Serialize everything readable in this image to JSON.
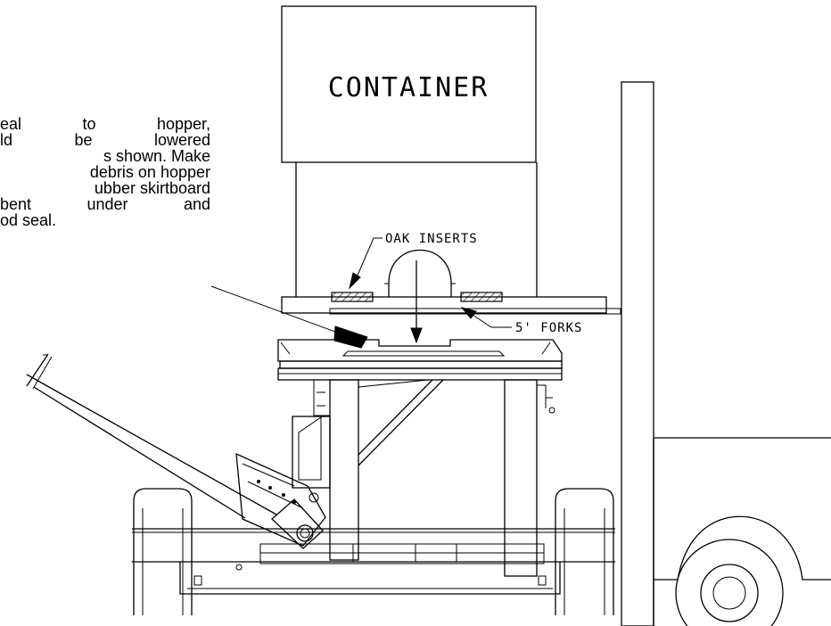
{
  "note": {
    "lines": [
      "eal to hopper,",
      "ld be lowered",
      "s shown. Make",
      "debris on hopper",
      "ubber skirtboard",
      "bent under and",
      "od seal."
    ]
  },
  "labels": {
    "container": "CONTAINER",
    "oak_inserts": "OAK INSERTS",
    "forks": "5' FORKS"
  }
}
